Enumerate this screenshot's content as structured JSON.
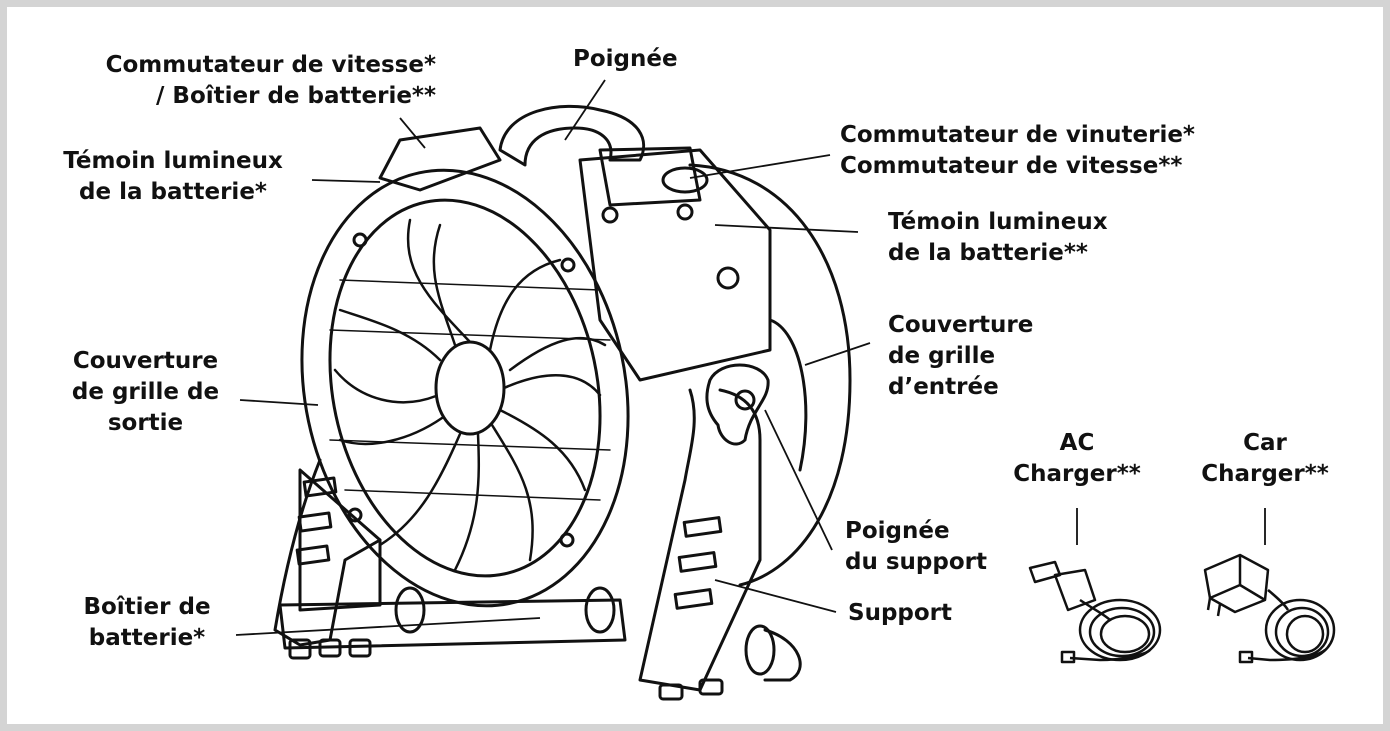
{
  "labels": {
    "speed_switch_left": {
      "line1": "Commutateur de vitesse*",
      "line2": "/ Boîtier de batterie**"
    },
    "handle": "Poignée",
    "battery_indicator_left": {
      "line1": "Témoin lumineux",
      "line2": "de la batterie*"
    },
    "mist_switch": {
      "line1": "Commutateur de vinuterie*",
      "line2": "Commutateur de vitesse**"
    },
    "battery_indicator_right": {
      "line1": "Témoin lumineux",
      "line2": "de la batterie**"
    },
    "inlet_grille": {
      "line1": "Couverture",
      "line2": "de grille",
      "line3": "d’entrée"
    },
    "outlet_grille": {
      "line1": "Couverture",
      "line2": "de grille de",
      "line3": "sortie"
    },
    "ac_charger": {
      "line1": "AC",
      "line2": "Charger**"
    },
    "car_charger": {
      "line1": "Car",
      "line2": "Charger**"
    },
    "stand_handle": {
      "line1": "Poignée",
      "line2": "du support"
    },
    "stand": "Support",
    "battery_box_bottom": {
      "line1": "Boîtier de",
      "line2": "batterie*"
    }
  },
  "colors": {
    "ink": "#111111",
    "frame": "#d4d4d4",
    "background": "#ffffff"
  },
  "icons": [
    "fan-illustration",
    "car-charger-icon",
    "ac-adapter-icon"
  ]
}
